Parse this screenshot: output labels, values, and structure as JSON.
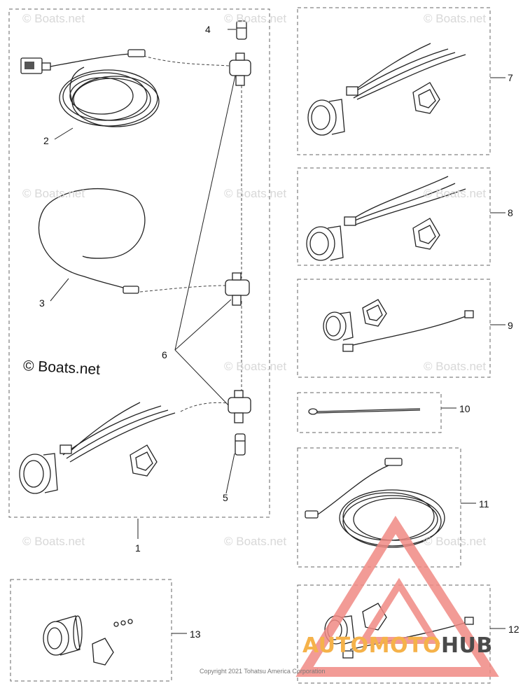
{
  "callouts": [
    "1",
    "2",
    "3",
    "4",
    "5",
    "6",
    "7",
    "8",
    "9",
    "10",
    "11",
    "12",
    "13"
  ],
  "watermark": {
    "text": "© Boats.net",
    "large_text": "© Boats.net"
  },
  "copyright": "Copyright 2021 Tohatsu America Corporation",
  "brand": {
    "part1": "AUTOMOTO",
    "part2": "HUB",
    "color_primary": "#f08a84",
    "color_secondary": "#f5b24a",
    "color_dark": "#4a4a4a"
  },
  "colors": {
    "line": "#222222",
    "dash_box": "#666666"
  }
}
